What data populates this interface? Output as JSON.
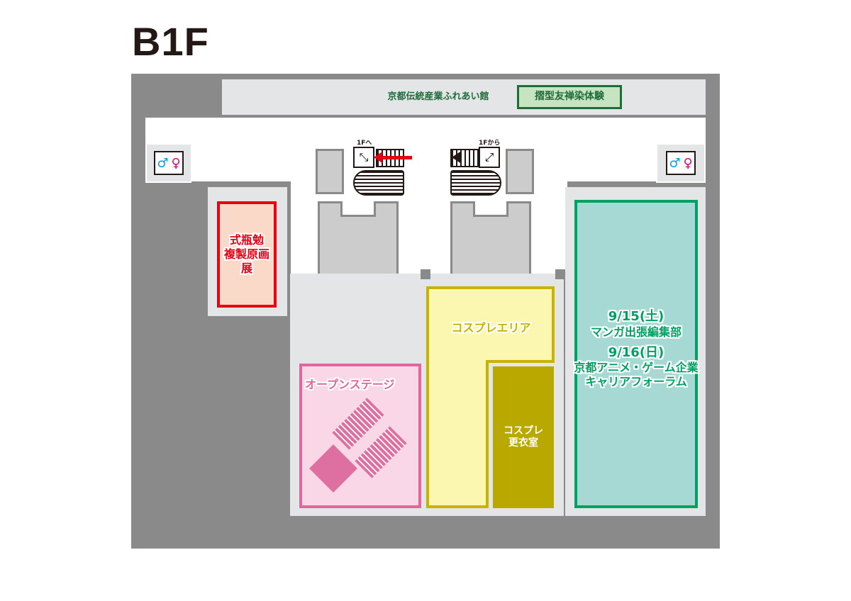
{
  "floor": {
    "title": "B1F"
  },
  "corridor": {
    "shop_label": "京都伝統産業ふれあい館",
    "experience_label": "摺型友禅染体験"
  },
  "escalators": {
    "up": {
      "label": "1Fへ",
      "arrow_color": "#e60012"
    },
    "down": {
      "label": "1Fから",
      "arrow_color": "#231815"
    }
  },
  "restrooms": [
    {
      "icon": "restroom-icon"
    },
    {
      "icon": "restroom-icon"
    }
  ],
  "areas": {
    "shikibe": {
      "lines": [
        "式瓶勉",
        "複製原画展"
      ],
      "color": "#e60012",
      "fill": "#fad9c8"
    },
    "cosplay": {
      "label": "コスプレエリア",
      "color": "#c8b400",
      "fill": "#fbf7b0"
    },
    "changing": {
      "lines": [
        "コスプレ",
        "更衣室"
      ],
      "fill": "#b8a800"
    },
    "stage": {
      "label": "オープンステージ",
      "color": "#e0669c",
      "fill": "#f9d7e6"
    },
    "green": {
      "lines": [
        "9/15(土)",
        "マンガ出張編集部",
        "9/16(日)",
        "京都アニメ・ゲーム企業",
        "キャリアフォーラム"
      ],
      "color": "#00a064",
      "fill": "#a6d9d3"
    }
  }
}
